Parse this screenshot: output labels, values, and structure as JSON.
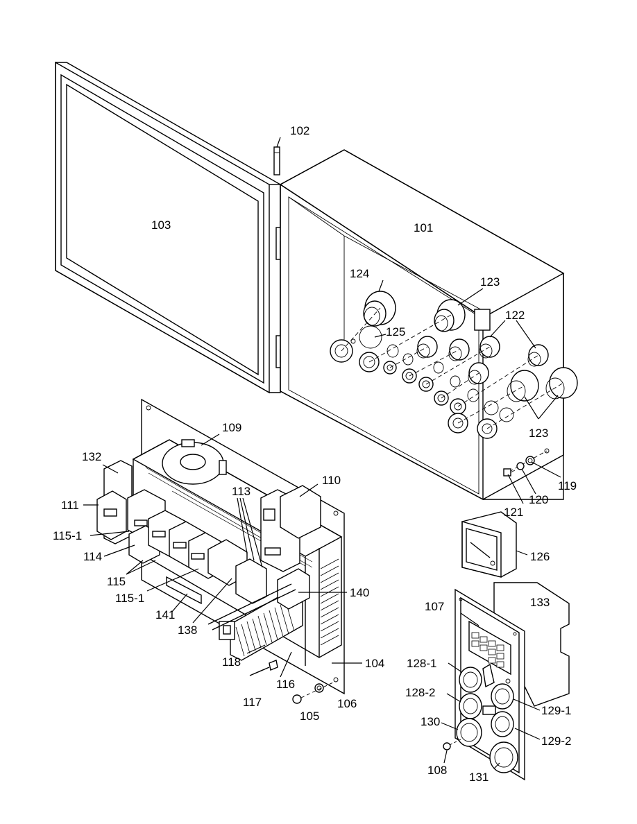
{
  "labels": {
    "l101": "101",
    "l102": "102",
    "l103": "103",
    "l104": "104",
    "l105": "105",
    "l106": "106",
    "l107": "107",
    "l108": "108",
    "l109": "109",
    "l110": "110",
    "l111": "111",
    "l113": "113",
    "l114": "114",
    "l115": "115",
    "l115_1a": "115-1",
    "l115_1b": "115-1",
    "l116": "116",
    "l117": "117",
    "l118": "118",
    "l119": "119",
    "l120": "120",
    "l121": "121",
    "l122": "122",
    "l123a": "123",
    "l123b": "123",
    "l124": "124",
    "l125": "125",
    "l126": "126",
    "l128_1": "128-1",
    "l128_2": "128-2",
    "l129_1": "129-1",
    "l129_2": "129-2",
    "l130": "130",
    "l131": "131",
    "l132": "132",
    "l133": "133",
    "l138": "138",
    "l140": "140",
    "l141": "141"
  }
}
